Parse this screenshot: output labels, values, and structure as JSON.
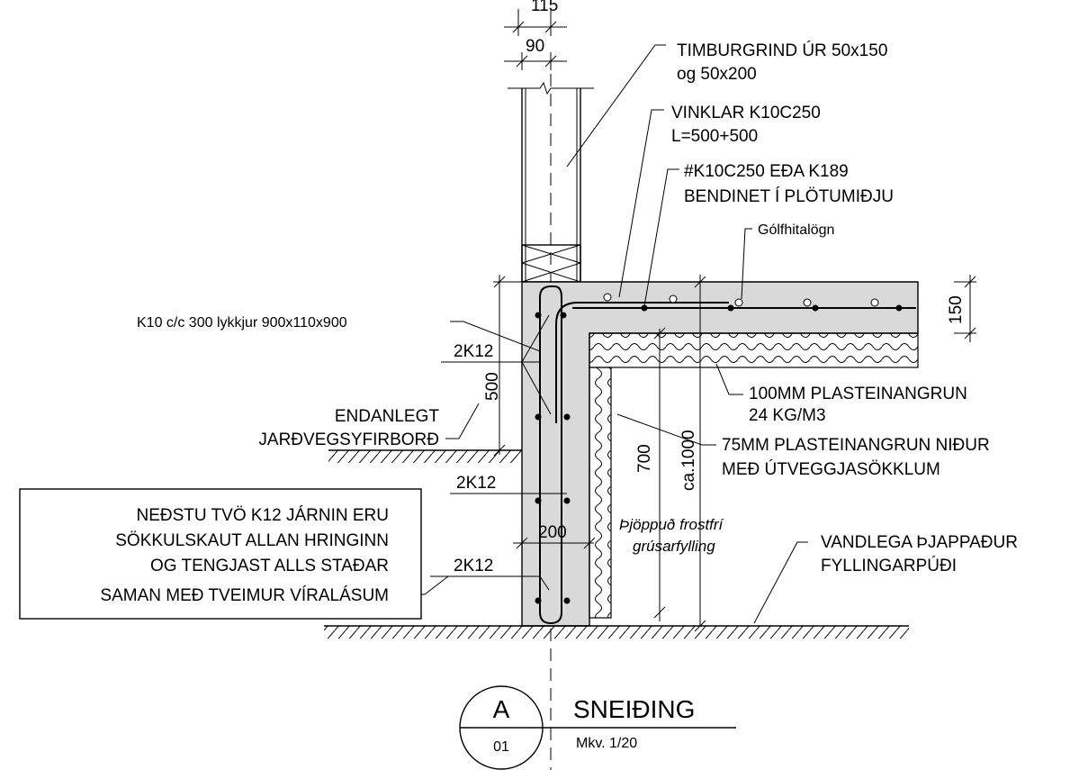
{
  "dimensions": {
    "top_cut": "115",
    "wall_width": "90",
    "slab_thickness": "150",
    "footing_depth": "500",
    "insulation_depth": "700",
    "total_depth": "ca.1000",
    "footing_width": "200"
  },
  "labels": {
    "timber_line1": "TIMBURGRIND ÚR 50x150",
    "timber_line2": "og 50x200",
    "angles_line1": "VINKLAR K10C250",
    "angles_line2": "L=500+500",
    "mesh_line1": "#K10C250 EÐA K189",
    "mesh_line2": "BENDINET Í PLÖTUMIÐJU",
    "floor_heating": "Gólfhitalögn",
    "loops": "K10 c/c 300 lykkjur 900x110x900",
    "rebar_top": "2K12",
    "rebar_mid": "2K12",
    "rebar_bottom": "2K12",
    "ground_line1": "ENDANLEGT",
    "ground_line2": "JARÐVEGSYFIRBORÐ",
    "insulation_line1": "100MM PLASTEINANGRUN",
    "insulation_line2": "24 KG/M3",
    "side_ins_line1": "75MM PLASTEINANGRUN NIÐUR",
    "side_ins_line2": "MEÐ ÚTVEGGJASÖKKLUM",
    "fill_line1": "Þjöppuð frostfrí",
    "fill_line2": "grúsarfylling",
    "pad_line1": "VANDLEGA ÞJAPPAÐUR",
    "pad_line2": "FYLLINGARPÚÐI"
  },
  "note": {
    "line1": "NEÐSTU TVÖ K12 JÁRNIN ERU",
    "line2": "SÖKKULSKAUT ALLAN HRINGINN",
    "line3": "OG TENGJAST ALLS STAÐAR",
    "line4": "SAMAN MEÐ TVEIMUR VÍRALÁSUM"
  },
  "title_block": {
    "section_letter": "A",
    "sheet_number": "01",
    "title": "SNEIÐING",
    "scale": "Mkv. 1/20"
  }
}
